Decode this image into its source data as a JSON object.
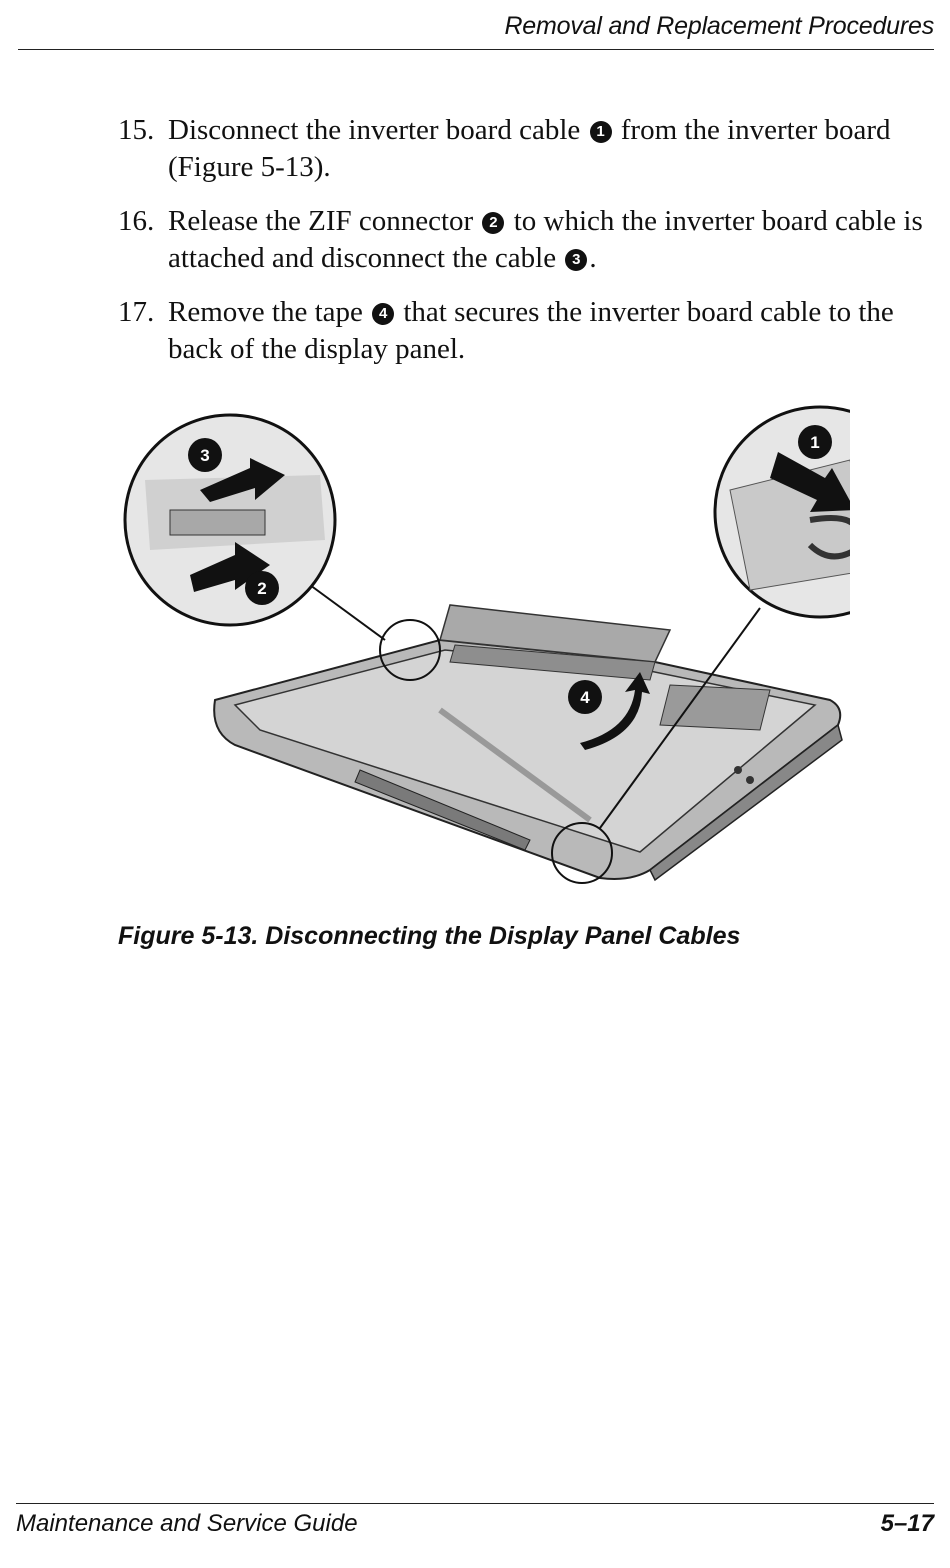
{
  "header": {
    "title": "Removal and Replacement Procedures"
  },
  "steps": [
    {
      "number": "15.",
      "parts": [
        "Disconnect the inverter board cable ",
        "1",
        " from the inverter board (Figure 5-13)."
      ]
    },
    {
      "number": "16.",
      "parts": [
        "Release the ZIF connector ",
        "2",
        " to which the inverter board cable is attached and disconnect the cable ",
        "3",
        "."
      ]
    },
    {
      "number": "17.",
      "parts": [
        "Remove the tape ",
        "4",
        " that secures the inverter board cable to the back of the display panel."
      ]
    }
  ],
  "figure": {
    "callouts": [
      "1",
      "2",
      "3",
      "4"
    ],
    "caption": "Figure 5-13. Disconnecting the Display Panel Cables"
  },
  "footer": {
    "left": "Maintenance and Service Guide",
    "right": "5–17"
  }
}
